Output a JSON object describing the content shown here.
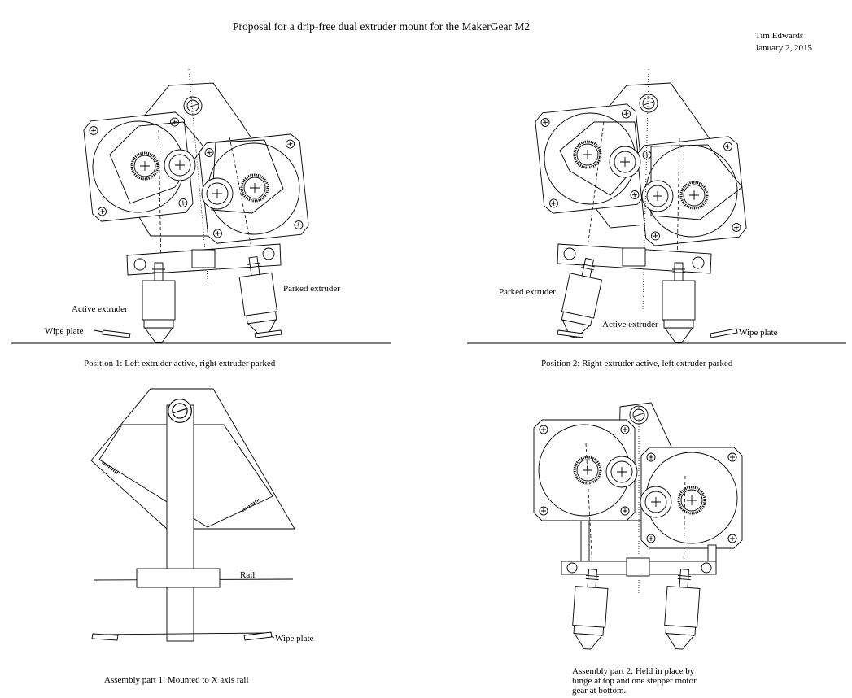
{
  "header": {
    "title": "Proposal for a drip-free dual extruder mount for the MakerGear M2",
    "author": "Tim Edwards",
    "date": "January 2, 2015"
  },
  "panel1": {
    "active_label": "Active extruder",
    "parked_label": "Parked extruder",
    "wipe_label": "Wipe plate",
    "caption": "Position 1:  Left extruder active, right extruder parked"
  },
  "panel2": {
    "active_label": "Active extruder",
    "parked_label": "Parked extruder",
    "wipe_label": "Wipe plate",
    "caption": "Position 2:  Right extruder active, left extruder parked"
  },
  "panel3": {
    "rail_label": "Rail",
    "wipe_label": "Wipe plate",
    "caption": "Assembly part 1:  Mounted to X axis rail"
  },
  "panel4": {
    "caption_lines": [
      "Assembly part 2:  Held in place by",
      "hinge at top and one stepper motor",
      "gear at bottom."
    ]
  }
}
